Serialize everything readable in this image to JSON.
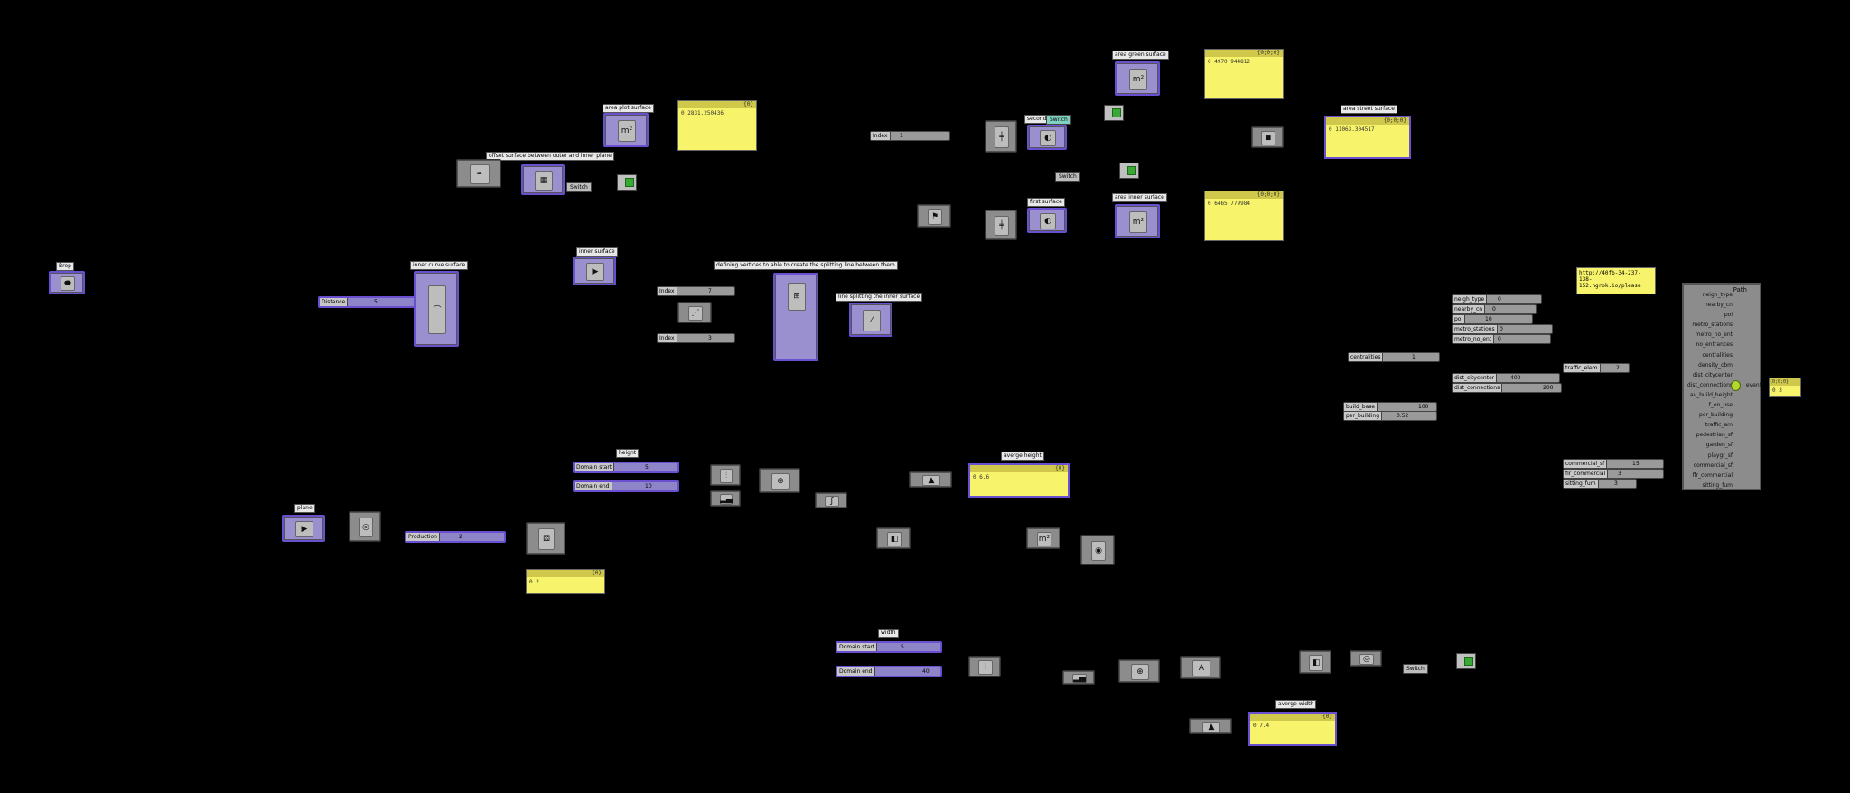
{
  "canvas": {
    "background": "#000000"
  },
  "labels": {
    "brep": "Brep",
    "area_plot": "area plot surface",
    "offset_surface": "offset surface between outer and inner plane",
    "area_green": "area green surface",
    "area_street": "area street surface",
    "second": "second",
    "first": "first surface",
    "area_inner": "area inner surface",
    "inner_curve": "inner curve surface",
    "inner_surface": "inner surface",
    "defining_vertices": "defining vertices to able to create the splitting line between them",
    "line_splitting": "line splitting the inner surface",
    "height": "height",
    "average_height": "averge height",
    "plane": "plane",
    "width": "width",
    "average_width": "averge width"
  },
  "panels": {
    "p1_hdr": "{0}",
    "p1_txt": "0 2831.250436",
    "p2_hdr": "{0;0;0}",
    "p2_txt": "0 4970.944812",
    "p3_hdr": "{0;0;0}",
    "p3_txt": "0 11063.304517",
    "p4_hdr": "{0;0;0}",
    "p4_txt": "0 6465.779984",
    "p5_hdr": "{0}",
    "p5_txt": "0 6.6",
    "p6_hdr": "{0}",
    "p6_txt": "0 2",
    "p7_hdr": "{0}",
    "p7_txt": "0 7.4",
    "p8_hdr": "{0;0;0}",
    "p8_txt": "0 3",
    "url": "http://40fb-34-237-138-152.ngrok.io/please"
  },
  "sliders": {
    "distance": {
      "label": "Distance",
      "value": "5"
    },
    "index1": {
      "label": "Index",
      "value": "1"
    },
    "index7": {
      "label": "Index",
      "value": "7"
    },
    "index3": {
      "label": "Index",
      "value": "3"
    },
    "d_start_h": {
      "label": "Domain start",
      "value": "5"
    },
    "d_end_h": {
      "label": "Domain end",
      "value": "10"
    },
    "production": {
      "label": "Production",
      "value": "2"
    },
    "d_start_w": {
      "label": "Domain start",
      "value": "5"
    },
    "d_end_w": {
      "label": "Domain end",
      "value": "40"
    },
    "centralities": {
      "label": "centralities",
      "value": "1"
    },
    "neigh_type": {
      "label": "neigh_type",
      "value": "0"
    },
    "nearby_cn": {
      "label": "nearby_cn",
      "value": "0"
    },
    "poi": {
      "label": "poi",
      "value": "10"
    },
    "metro_stations": {
      "label": "metro_stations",
      "value": "0"
    },
    "metro_no_ent": {
      "label": "metro_no_ent",
      "value": "0"
    },
    "dist_citycenter": {
      "label": "dist_citycenter",
      "value": "400"
    },
    "dist_connections": {
      "label": "dist_connections",
      "value": "200"
    },
    "traffic_elem": {
      "label": "traffic_elem",
      "value": "2"
    },
    "buildings": {
      "label": "build_base",
      "value": "100"
    },
    "per_building": {
      "label": "per_building",
      "value": "0.52"
    },
    "commercial": {
      "label": "commercial_sf",
      "value": "15"
    },
    "flr_commercial": {
      "label": "flr_commercial",
      "value": "3"
    },
    "sitting_fum": {
      "label": "sitting_fum",
      "value": "3"
    }
  },
  "toggles": {
    "t1": "Switch",
    "t2": "Switch",
    "t3": "Switch",
    "t4": "Switch"
  },
  "bigcomp": {
    "title": "Path",
    "inputs": [
      "neigh_type",
      "nearby_cn",
      "poi",
      "metro_stations",
      "metro_no_ent",
      "no_entrances",
      "centralities",
      "density_cbm",
      "dist_citycenter",
      "dist_connections",
      "av_build_height",
      "f_on_use",
      "per_building",
      "traffic_am",
      "pedestrian_sf",
      "garden_sf",
      "playgr_sf",
      "commercial_sf",
      "flr_commercial",
      "sitting_fum"
    ],
    "output": "event"
  },
  "colors": {
    "selected": "#6a4fd0",
    "panel": "#f7f36a",
    "node": "#8c8c8c"
  }
}
